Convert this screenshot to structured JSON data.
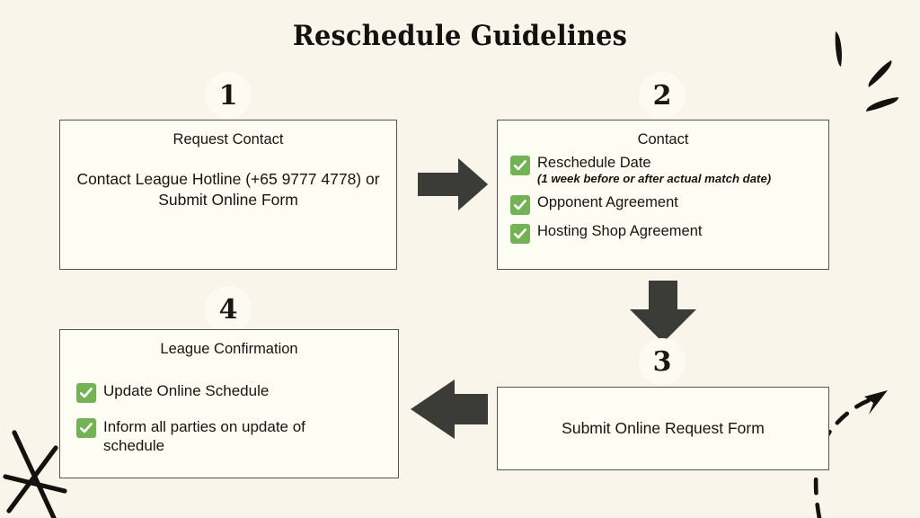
{
  "page": {
    "title": "Reschedule Guidelines",
    "background_color": "#faf5eb",
    "box_fill": "#fdfdf4",
    "box_border": "#55554e",
    "arrow_color": "#3b3b38",
    "check_color": "#73b355",
    "text_color": "#17150f"
  },
  "steps": [
    {
      "number": "1",
      "title": "Request Contact",
      "body": "Contact League Hotline (+65 9777 4778) or Submit Online Form",
      "type": "text"
    },
    {
      "number": "2",
      "title": "Contact",
      "type": "checklist",
      "items": [
        {
          "label": "Reschedule Date",
          "sub": "(1 week before or after actual match date)"
        },
        {
          "label": "Opponent Agreement",
          "sub": ""
        },
        {
          "label": "Hosting Shop Agreement",
          "sub": ""
        }
      ]
    },
    {
      "number": "3",
      "title": "",
      "body": "Submit Online Request Form",
      "type": "text"
    },
    {
      "number": "4",
      "title": "League Confirmation",
      "type": "checklist",
      "items": [
        {
          "label": "Update Online Schedule",
          "sub": ""
        },
        {
          "label": "Inform all parties on update of schedule",
          "sub": ""
        }
      ]
    }
  ],
  "connectors": [
    {
      "name": "arrow-step1-to-step2",
      "direction": "right"
    },
    {
      "name": "arrow-step2-to-step3",
      "direction": "down"
    },
    {
      "name": "arrow-step3-to-step4",
      "direction": "left"
    }
  ],
  "decorations": [
    {
      "name": "sparkle-lines-top-right"
    },
    {
      "name": "asterisk-star-bottom-left"
    },
    {
      "name": "dashed-curved-arrow-bottom-right"
    }
  ]
}
